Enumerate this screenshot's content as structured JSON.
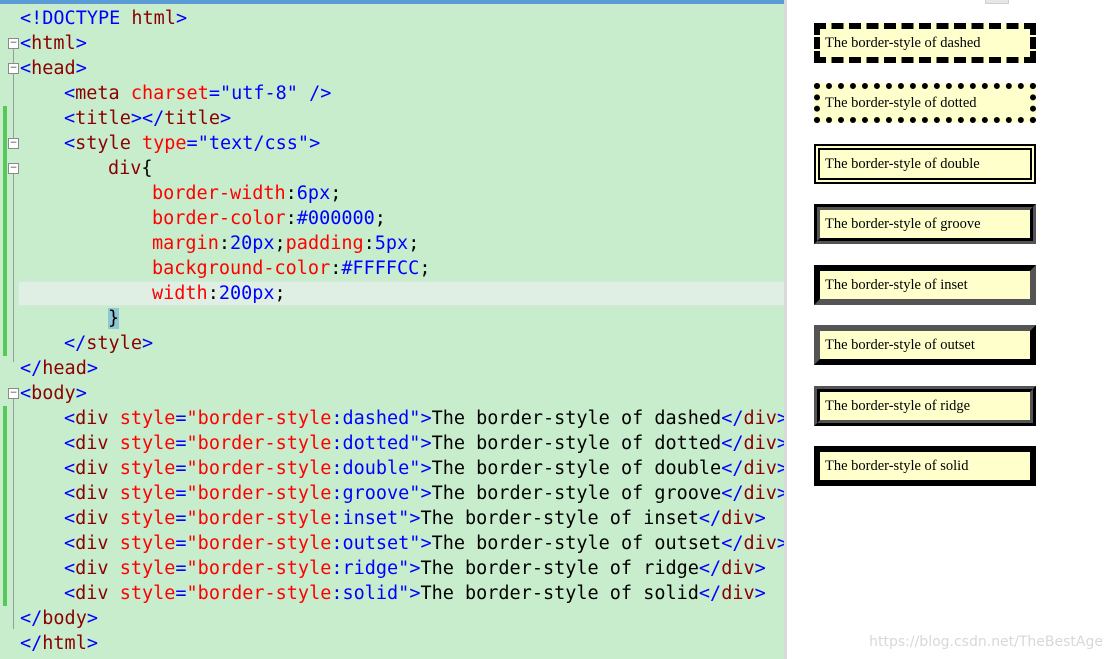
{
  "editor": {
    "lines": {
      "l1": {
        "a": "<!DOCTYPE ",
        "b": "html",
        "c": ">"
      },
      "l2": {
        "a": "<",
        "b": "html",
        "c": ">"
      },
      "l3": {
        "a": "<",
        "b": "head",
        "c": ">"
      },
      "l4": {
        "a": "<",
        "b": "meta",
        "sp": " ",
        "attr": "charset",
        "eq": "=",
        "val": "\"utf-8\"",
        "sp2": " ",
        "c": "/>"
      },
      "l5": {
        "a": "<",
        "b": "title",
        "c": "></",
        "d": "title",
        "e": ">"
      },
      "l6": {
        "a": "<",
        "b": "style",
        "sp": " ",
        "attr": "type",
        "eq": "=",
        "val": "\"text/css\"",
        "c": ">"
      },
      "l7": {
        "sel": "div",
        "brace": "{"
      },
      "l8": {
        "prop": "border-width",
        "colon": ":",
        "val": "6px",
        "semi": ";"
      },
      "l9": {
        "prop": "border-color",
        "colon": ":",
        "val": "#000000",
        "semi": ";"
      },
      "l10": {
        "prop": "margin",
        "colon": ":",
        "val": "20px",
        "semi": ";",
        "prop2": "padding",
        "colon2": ":",
        "val2": "5px",
        "semi2": ";"
      },
      "l11": {
        "prop": "background-color",
        "colon": ":",
        "val": "#FFFFCC",
        "semi": ";"
      },
      "l12": {
        "prop": "width",
        "colon": ":",
        "val": "200px",
        "semi": ";"
      },
      "l13": {
        "brace": "}"
      },
      "l14": {
        "a": "</",
        "b": "style",
        "c": ">"
      },
      "l15": {
        "a": "</",
        "b": "head",
        "c": ">"
      },
      "l16": {
        "a": "<",
        "b": "body",
        "c": ">"
      },
      "l25": {
        "a": "</",
        "b": "body",
        "c": ">"
      },
      "l26": {
        "a": "</",
        "b": "html",
        "c": ">"
      }
    },
    "div_lines": [
      {
        "open": "<",
        "tag": "div",
        "sp": " ",
        "attr": "style",
        "eq": "=",
        "v1": "\"border-style",
        "colon": ":",
        "v2": "dashed\"",
        "gt": ">",
        "text": "The border-style of dashed",
        "close": "</",
        "ctag": "div",
        "cgt": ">"
      },
      {
        "open": "<",
        "tag": "div",
        "sp": " ",
        "attr": "style",
        "eq": "=",
        "v1": "\"border-style",
        "colon": ":",
        "v2": "dotted\"",
        "gt": ">",
        "text": "The border-style of dotted",
        "close": "</",
        "ctag": "div",
        "cgt": ">"
      },
      {
        "open": "<",
        "tag": "div",
        "sp": " ",
        "attr": "style",
        "eq": "=",
        "v1": "\"border-style",
        "colon": ":",
        "v2": "double\"",
        "gt": ">",
        "text": "The border-style of double",
        "close": "</",
        "ctag": "div",
        "cgt": ">"
      },
      {
        "open": "<",
        "tag": "div",
        "sp": " ",
        "attr": "style",
        "eq": "=",
        "v1": "\"border-style",
        "colon": ":",
        "v2": "groove\"",
        "gt": ">",
        "text": "The border-style of groove",
        "close": "</",
        "ctag": "div",
        "cgt": ">"
      },
      {
        "open": "<",
        "tag": "div",
        "sp": " ",
        "attr": "style",
        "eq": "=",
        "v1": "\"border-style",
        "colon": ":",
        "v2": "inset\"",
        "gt": ">",
        "text": "The border-style of inset",
        "close": "</",
        "ctag": "div",
        "cgt": ">"
      },
      {
        "open": "<",
        "tag": "div",
        "sp": " ",
        "attr": "style",
        "eq": "=",
        "v1": "\"border-style",
        "colon": ":",
        "v2": "outset\"",
        "gt": ">",
        "text": "The border-style of outset",
        "close": "</",
        "ctag": "div",
        "cgt": ">"
      },
      {
        "open": "<",
        "tag": "div",
        "sp": " ",
        "attr": "style",
        "eq": "=",
        "v1": "\"border-style",
        "colon": ":",
        "v2": "ridge\"",
        "gt": ">",
        "text": "The border-style of ridge",
        "close": "</",
        "ctag": "div",
        "cgt": ">"
      },
      {
        "open": "<",
        "tag": "div",
        "sp": " ",
        "attr": "style",
        "eq": "=",
        "v1": "\"border-style",
        "colon": ":",
        "v2": "solid\"",
        "gt": ">",
        "text": "The border-style of solid",
        "close": "</",
        "ctag": "div",
        "cgt": ">"
      }
    ]
  },
  "preview": {
    "boxes": [
      {
        "style": "dashed",
        "text": "The border-style of dashed"
      },
      {
        "style": "dotted",
        "text": "The border-style of dotted"
      },
      {
        "style": "double",
        "text": "The border-style of double"
      },
      {
        "style": "groove",
        "text": "The border-style of groove"
      },
      {
        "style": "inset",
        "text": "The border-style of inset"
      },
      {
        "style": "outset",
        "text": "The border-style of outset"
      },
      {
        "style": "ridge",
        "text": "The border-style of ridge"
      },
      {
        "style": "solid",
        "text": "The border-style of solid"
      }
    ],
    "box_background": "#FFFFCC",
    "box_border_color": "#000000",
    "watermark": "https://blog.csdn.net/TheBestAge"
  },
  "colors": {
    "editor_background": "#c7edcc",
    "tag": "#8b0000",
    "attribute": "#ff0000",
    "value": "#0000ff",
    "change_bar": "#57c95a"
  }
}
